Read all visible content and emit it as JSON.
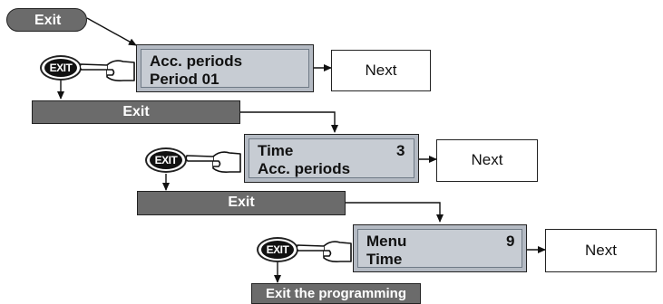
{
  "exit_start": "Exit",
  "key_label": "EXIT",
  "step1": {
    "line1": "Acc. periods",
    "line2": "Period 01",
    "number": "",
    "next": "Next",
    "exit_bar": "Exit"
  },
  "step2": {
    "line1": "Time",
    "line2": "Acc. periods",
    "number": "3",
    "next": "Next",
    "exit_bar": "Exit"
  },
  "step3": {
    "line1": "Menu",
    "line2": "Time",
    "number": "9",
    "next": "Next",
    "exit_bar": "Exit the programming"
  },
  "colors": {
    "lcd": "#c7ccd3",
    "bar": "#6b6b6b",
    "key": "#111111"
  }
}
